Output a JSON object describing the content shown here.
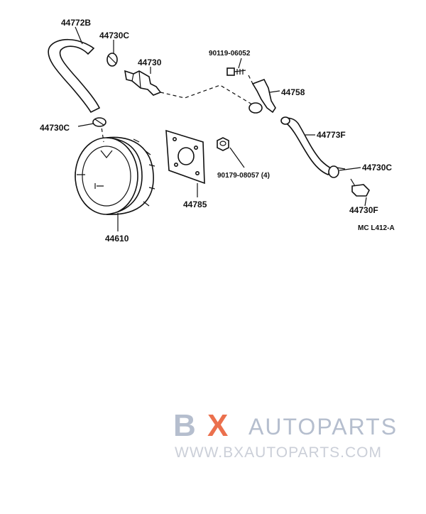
{
  "labels": {
    "hose_upper": "44772B",
    "clip_top": "44730C",
    "check_valve": "44730",
    "bolt": "90119-06052",
    "bracket": "44758",
    "clip_left": "44730C",
    "hose_right": "44773F",
    "clip_right": "44730C",
    "nut": "90179-08057 (4)",
    "gasket": "44785",
    "union": "44730F",
    "booster": "44610",
    "ref_code": "MC L412-A"
  },
  "watermark": {
    "logo_b": "B",
    "logo_x": "X",
    "brand": "AUTOPARTS",
    "url": "WWW.BXAUTOPARTS.COM",
    "color_b": "#a9b3c6",
    "color_x": "#e8582f"
  }
}
